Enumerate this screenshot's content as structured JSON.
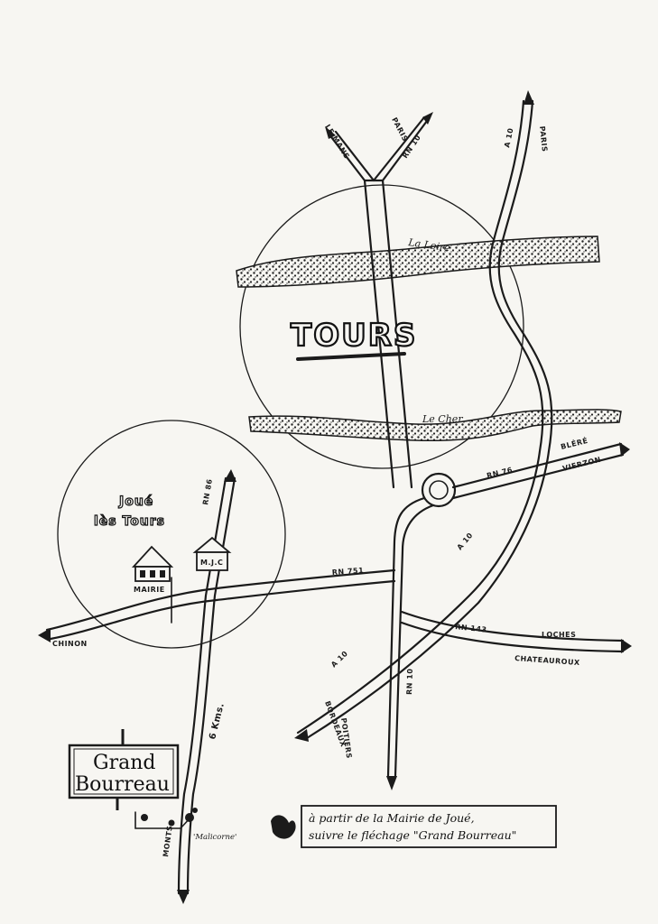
{
  "places": {
    "tours": "TOURS",
    "joue_line1": "Joué",
    "joue_line2": "lès Tours",
    "mairie": "MAIRIE",
    "mjc": "M.J.C",
    "malicorne": "'Malicorne'"
  },
  "rivers": {
    "loire": "La Loire",
    "cher": "Le Cher"
  },
  "directions": {
    "le_mans": "LE MANS",
    "paris_rn10": "PARIS",
    "paris_a10": "PARIS",
    "blere": "BLÉRÉ",
    "vierzon": "VIERZON",
    "loches": "LOCHES",
    "chateauroux": "CHATEAUROUX",
    "chinon": "CHINON",
    "bordeaux": "BORDEAUX",
    "poitiers": "POITIERS",
    "monts": "MONTS"
  },
  "road_numbers": {
    "rn10_north": "RN 10",
    "a10_north": "A 10",
    "rn76": "RN 76",
    "a10_mid": "A 10",
    "rn751": "RN 751",
    "rn143": "RN 143",
    "a10_south": "A 10",
    "rn10_south": "RN 10",
    "rn86": "RN 86"
  },
  "distance": "6 Kms.",
  "sign": {
    "line1": "Grand",
    "line2": "Bourreau"
  },
  "note": {
    "line1": "à partir de la Mairie de Joué,",
    "line2": "suivre le fléchage \"Grand Bourreau\""
  },
  "colors": {
    "ink": "#1b1b1b",
    "paper": "#f7f6f2"
  }
}
